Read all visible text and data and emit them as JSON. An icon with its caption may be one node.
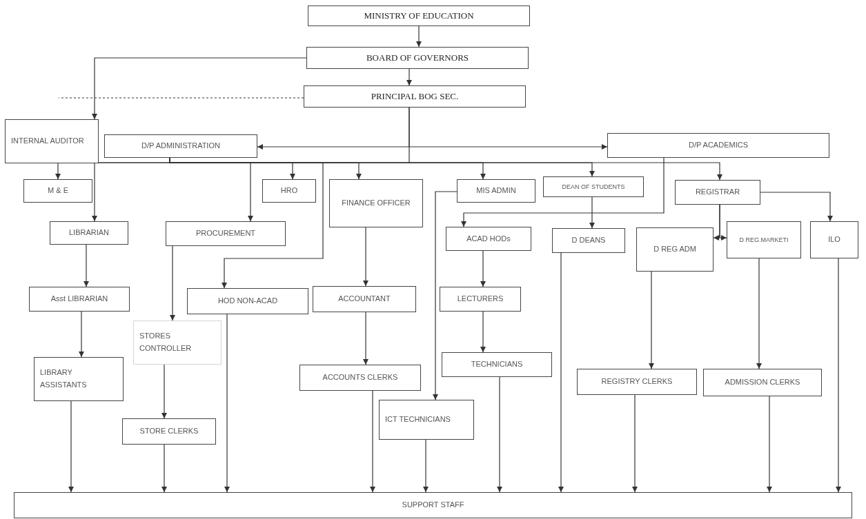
{
  "diagram": {
    "nodes": [
      {
        "text": [
          "MINISTRY OF EDUCATION"
        ]
      },
      {
        "text": [
          "BOARD OF GOVERNORS"
        ]
      },
      {
        "text": [
          "PRINCIPAL BOG SEC."
        ]
      },
      {
        "text": [
          "INTERNAL AUDITOR"
        ]
      },
      {
        "text": [
          "D/P ADMINISTRATION"
        ]
      },
      {
        "text": [
          "D/P ACADEMICS"
        ]
      },
      {
        "text": [
          "M & E"
        ]
      },
      {
        "text": [
          "HRO"
        ]
      },
      {
        "text": [
          "FINANCE OFFICER"
        ]
      },
      {
        "text": [
          "MIS ADMIN"
        ]
      },
      {
        "text": [
          "DEAN OF STUDENTS"
        ]
      },
      {
        "text": [
          "REGISTRAR"
        ]
      },
      {
        "text": [
          "LIBRARIAN"
        ]
      },
      {
        "text": [
          "PROCUREMENT"
        ]
      },
      {
        "text": [
          "ACAD HODs"
        ]
      },
      {
        "text": [
          "D DEANS"
        ]
      },
      {
        "text": [
          "D REG ADM"
        ]
      },
      {
        "text": [
          "D REG.MARKETI"
        ]
      },
      {
        "text": [
          "ILO"
        ]
      },
      {
        "text": [
          "Asst LIBRARIAN"
        ]
      },
      {
        "text": [
          "HOD NON-ACAD"
        ]
      },
      {
        "text": [
          "ACCOUNTANT"
        ]
      },
      {
        "text": [
          "LECTURERS"
        ]
      },
      {
        "text": [
          "STORES CONTROLLER"
        ]
      },
      {
        "text": [
          "TECHNICIANS"
        ]
      },
      {
        "text": [
          "LIBRARY ASSISTANTS"
        ]
      },
      {
        "text": [
          "ACCOUNTS CLERKS"
        ]
      },
      {
        "text": [
          "REGISTRY CLERKS"
        ]
      },
      {
        "text": [
          "ADMISSION CLERKS"
        ]
      },
      {
        "text": [
          "ICT TECHNICIANS"
        ]
      },
      {
        "text": [
          "STORE CLERKS"
        ]
      },
      {
        "text": [
          "SUPPORT STAFF"
        ]
      }
    ],
    "edges": [
      {
        "from": 0,
        "to": 1,
        "arrow": "to"
      },
      {
        "from": 1,
        "to": 2,
        "arrow": "to"
      },
      {
        "from": 1,
        "to": 3,
        "arrow": "to"
      },
      {
        "from": 2,
        "to": null,
        "arrow": "none",
        "style": "dashed"
      },
      {
        "from": 2,
        "to": 4,
        "arrow": "to"
      },
      {
        "from": 2,
        "to": 5,
        "arrow": "to"
      },
      {
        "from": 4,
        "to": 6,
        "arrow": "to"
      },
      {
        "from": 4,
        "to": 12,
        "arrow": "to"
      },
      {
        "from": 4,
        "to": 13,
        "arrow": "to"
      },
      {
        "from": 4,
        "to": 20,
        "arrow": "to"
      },
      {
        "from": 4,
        "to": 7,
        "arrow": "to"
      },
      {
        "from": 4,
        "to": 8,
        "arrow": "to"
      },
      {
        "from": 4,
        "to": 9,
        "arrow": "to"
      },
      {
        "from": 4,
        "to": 10,
        "arrow": "to"
      },
      {
        "from": 4,
        "to": 11,
        "arrow": "to"
      },
      {
        "from": 5,
        "to": 14,
        "arrow": "to"
      },
      {
        "from": 10,
        "to": 15,
        "arrow": "to"
      },
      {
        "from": 9,
        "to": 29,
        "arrow": "to"
      },
      {
        "from": 11,
        "to": 18,
        "arrow": "to"
      },
      {
        "from": 11,
        "to": 16,
        "arrow": "to"
      },
      {
        "from": 11,
        "to": 17,
        "arrow": "to"
      },
      {
        "from": 12,
        "to": 19,
        "arrow": "to"
      },
      {
        "from": 19,
        "to": 25,
        "arrow": "to"
      },
      {
        "from": 13,
        "to": 23,
        "arrow": "to"
      },
      {
        "from": 23,
        "to": 30,
        "arrow": "to"
      },
      {
        "from": 8,
        "to": 21,
        "arrow": "to"
      },
      {
        "from": 21,
        "to": 26,
        "arrow": "to"
      },
      {
        "from": 14,
        "to": 22,
        "arrow": "to"
      },
      {
        "from": 22,
        "to": 24,
        "arrow": "to"
      },
      {
        "from": 16,
        "to": 27,
        "arrow": "to"
      },
      {
        "from": 17,
        "to": 28,
        "arrow": "to"
      },
      {
        "from": 25,
        "to": 31,
        "arrow": "to"
      },
      {
        "from": 30,
        "to": 31,
        "arrow": "to"
      },
      {
        "from": 20,
        "to": 31,
        "arrow": "to"
      },
      {
        "from": 26,
        "to": 31,
        "arrow": "to"
      },
      {
        "from": 29,
        "to": 31,
        "arrow": "to"
      },
      {
        "from": 24,
        "to": 31,
        "arrow": "to"
      },
      {
        "from": 15,
        "to": 31,
        "arrow": "to"
      },
      {
        "from": 27,
        "to": 31,
        "arrow": "to"
      },
      {
        "from": 28,
        "to": 31,
        "arrow": "to"
      },
      {
        "from": 18,
        "to": 31,
        "arrow": "to"
      }
    ]
  }
}
